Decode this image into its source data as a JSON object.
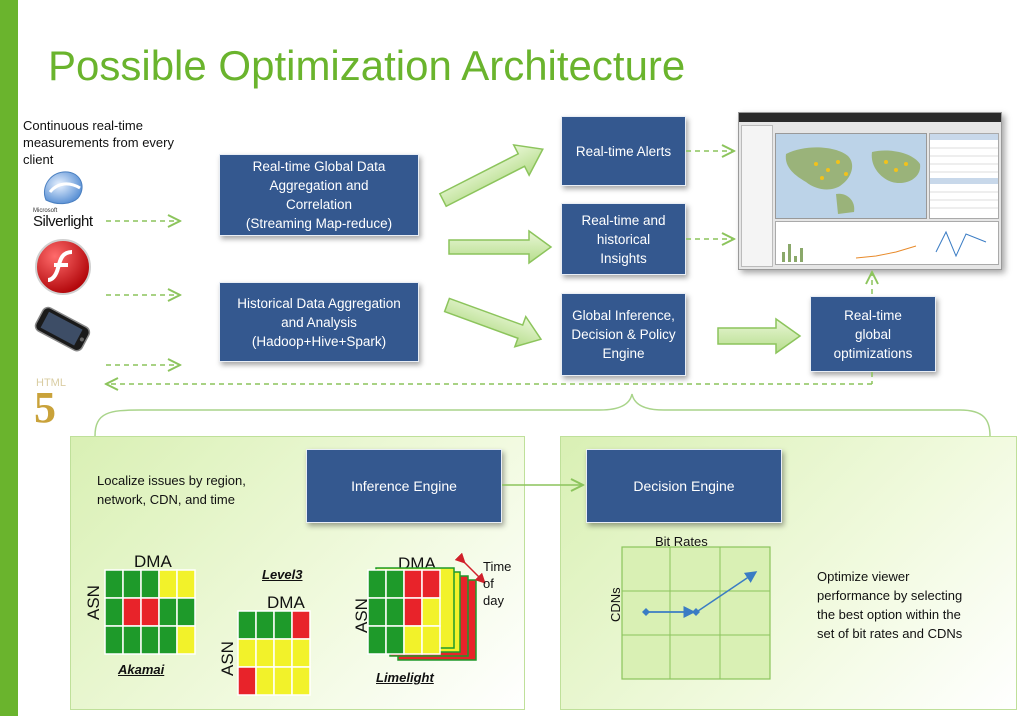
{
  "title": "Possible Optimization Architecture",
  "intro_note": [
    "Continuous real-time",
    "measurements from every",
    "client"
  ],
  "clients": {
    "silverlight_logo_text": "Silverlight",
    "silverlight_small_text": "Microsoft"
  },
  "boxes": {
    "realtime_aggregation": [
      "Real-time Global Data",
      "Aggregation and",
      "Correlation",
      "(Streaming Map-reduce)"
    ],
    "historical_aggregation": [
      "Historical Data Aggregation",
      "and Analysis",
      "(Hadoop+Hive+Spark)"
    ],
    "alerts": "Real-time Alerts",
    "insights": [
      "Real-time and",
      "historical",
      "Insights"
    ],
    "inference_policy": [
      "Global Inference,",
      "Decision & Policy",
      "Engine"
    ],
    "global_optimizations": [
      "Real-time",
      "global",
      "optimizations"
    ],
    "inference_engine": "Inference Engine",
    "decision_engine": "Decision Engine"
  },
  "inference_panel": {
    "note": [
      "Localize issues by region,",
      "network, CDN, and time"
    ],
    "dma_label": "DMA",
    "asn_label": "ASN",
    "akamai": "Akamai",
    "level3": "Level3",
    "limelight": "Limelight",
    "time_of_day": [
      "Time",
      "of",
      "day"
    ],
    "grids": {
      "akamai": [
        [
          "g",
          "g",
          "g",
          "y",
          "y"
        ],
        [
          "g",
          "r",
          "r",
          "g",
          "g"
        ],
        [
          "g",
          "g",
          "g",
          "g",
          "y"
        ]
      ],
      "level3": [
        [
          "g",
          "g",
          "g",
          "r"
        ],
        [
          "y",
          "y",
          "y",
          "y"
        ],
        [
          "r",
          "y",
          "y",
          "y"
        ]
      ],
      "limelight": [
        [
          "g",
          "g",
          "r",
          "r"
        ],
        [
          "g",
          "g",
          "r",
          "y"
        ],
        [
          "g",
          "g",
          "y",
          "y"
        ]
      ]
    },
    "colors": {
      "g": "#1e9a2a",
      "y": "#f2f22a",
      "r": "#e8232a"
    }
  },
  "decision_panel": {
    "chart_title": "Bit Rates",
    "y_label": "CDNs",
    "note": [
      "Optimize viewer",
      "performance by selecting",
      "the best option within the",
      "set of bit rates and CDNs"
    ]
  },
  "colors": {
    "accent": "#6ab42d",
    "box": "#34588f",
    "arrow_blue": "#3a7cc4"
  }
}
